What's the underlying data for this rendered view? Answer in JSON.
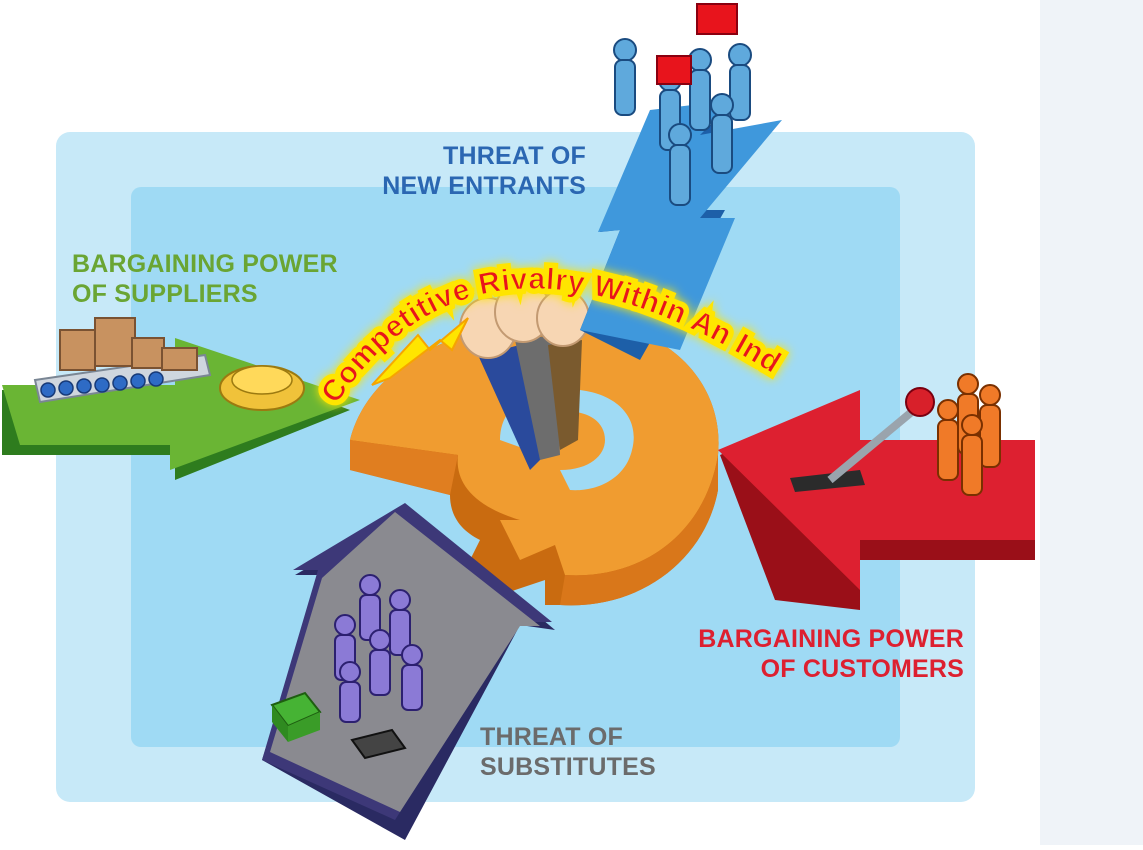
{
  "forces": {
    "new_entrants": {
      "line1": "THREAT OF",
      "line2": "NEW ENTRANTS",
      "color": "#2b67b2"
    },
    "suppliers": {
      "line1": "BARGAINING POWER",
      "line2": "OF SUPPLIERS",
      "color": "#6aa533"
    },
    "customers": {
      "line1": "BARGAINING POWER",
      "line2": "OF CUSTOMERS",
      "color": "#dd2030"
    },
    "substitutes": {
      "line1": "THREAT OF",
      "line2": "SUBSTITUTES",
      "color": "#6b6b6b"
    }
  },
  "center": {
    "title": "Competitive Rivalry Within An Industry",
    "text_color": "#e8141c",
    "glow_color": "#ffe500"
  },
  "palette": {
    "outer_panel": "#c7e9f8",
    "inner_panel": "#9fdaf4",
    "arrow_blue": "#3f98dc",
    "arrow_green": "#6ab534",
    "arrow_red": "#dd2030",
    "arrow_purple": "#3d3878",
    "ring_orange": "#f09c30"
  }
}
